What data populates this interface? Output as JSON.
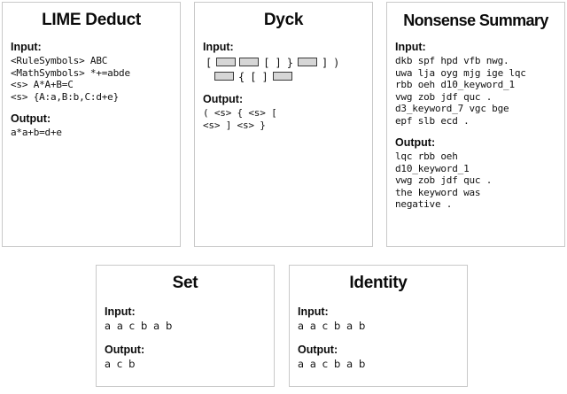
{
  "figure": {
    "background": "#ffffff",
    "card_border_color": "#c9c9c9",
    "mask_fill_color": "#d6d6d6",
    "mask_border_color": "#3a3a3a"
  },
  "labels": {
    "input": "Input:",
    "output": "Output:"
  },
  "cards": {
    "lime_deduct": {
      "title": "LIME Deduct",
      "input_lines": [
        "<RuleSymbols> ABC",
        "<MathSymbols> *+=abde",
        "<s> A*A+B=C",
        "<s> {A:a,B:b,C:d+e}"
      ],
      "output_lines": [
        "a*a+b=d+e"
      ]
    },
    "dyck": {
      "title": "Dyck",
      "input_token_rows": [
        [
          "[",
          "MASK",
          "MASK",
          "[",
          "]",
          "}",
          "MASK",
          "]",
          ")"
        ],
        [
          "MASK",
          "{",
          "[",
          "]",
          "MASK"
        ]
      ],
      "output_lines": [
        "( <s> { <s> [",
        "<s> ] <s> }"
      ]
    },
    "nonsense_summary": {
      "title": "Nonsense Summary",
      "input_lines": [
        "dkb spf hpd vfb nwg.",
        "uwa lja oyg mjg ige lqc",
        "rbb oeh d10_keyword_1",
        "vwg zob jdf quc .",
        "d3_keyword_7 vgc bge",
        "epf slb ecd ."
      ],
      "output_lines": [
        "lqc rbb oeh",
        "d10_keyword_1",
        "vwg zob jdf quc .",
        "the keyword was",
        "negative ."
      ]
    },
    "set": {
      "title": "Set",
      "input_lines": [
        "a a c b a b"
      ],
      "output_lines": [
        "a c b"
      ]
    },
    "identity": {
      "title": "Identity",
      "input_lines": [
        "a a c b a b"
      ],
      "output_lines": [
        "a a c b a b"
      ]
    }
  }
}
